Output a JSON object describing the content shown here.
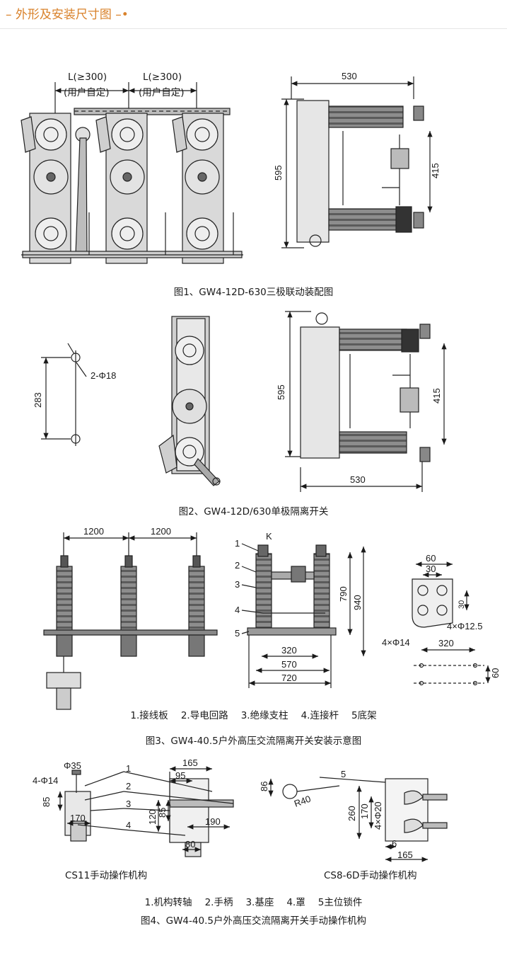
{
  "header": {
    "title": "– 外形及安装尺寸图 –•"
  },
  "fig1": {
    "caption": "图1、GW4-12D-630三极联动装配图",
    "spacing_label_1": "L(≥300)",
    "spacing_note_1": "(用户自定)",
    "spacing_label_2": "L(≥300)",
    "spacing_note_2": "(用户自定)",
    "dim_width": "530",
    "dim_height": "595",
    "dim_inner": "415"
  },
  "fig2": {
    "caption": "图2、GW4-12D/630单极隔离开关",
    "hole_label": "2-Φ18",
    "hole_spacing": "283",
    "dim_height": "595",
    "dim_inner": "415",
    "dim_width": "530"
  },
  "fig3": {
    "caption": "图3、GW4-40.5户外高压交流隔离开关安装示意图",
    "spacing_1": "1200",
    "spacing_2": "1200",
    "part_k": "K",
    "part_nums": [
      "1",
      "2",
      "3",
      "4",
      "5"
    ],
    "dim_790": "790",
    "dim_940": "940",
    "dim_320": "320",
    "dim_570": "570",
    "dim_720": "720",
    "plate_60": "60",
    "plate_30": "30",
    "plate_30v": "30",
    "plate_holes": "4×Φ12.5",
    "base_holes": "4×Φ14",
    "base_320": "320",
    "base_60": "60",
    "legend": [
      "1.接线板",
      "2.导电回路",
      "3.绝缘支柱",
      "4.连接杆",
      "5底架"
    ]
  },
  "fig4": {
    "caption": "图4、GW4-40.5户外高压交流隔离开关手动操作机构",
    "left_title": "CS11手动操作机构",
    "right_title": "CS8-6D手动操作机构",
    "phi35": "Φ35",
    "holes": "4-Φ14",
    "d85": "85",
    "d170": "170",
    "d165": "165",
    "d95": "95",
    "d120": "120",
    "d85b": "85",
    "d190": "190",
    "d80": "80",
    "n1": "1",
    "n2": "2",
    "n3": "3",
    "n4": "4",
    "r86": "86",
    "r40": "R40",
    "r5": "5",
    "r260": "260",
    "r170": "170",
    "r4phi20": "4×Φ20",
    "r6": "6",
    "r165": "165",
    "legend": [
      "1.机构转轴",
      "2.手柄",
      "3.基座",
      "4.罩",
      "5主位锁件"
    ]
  }
}
